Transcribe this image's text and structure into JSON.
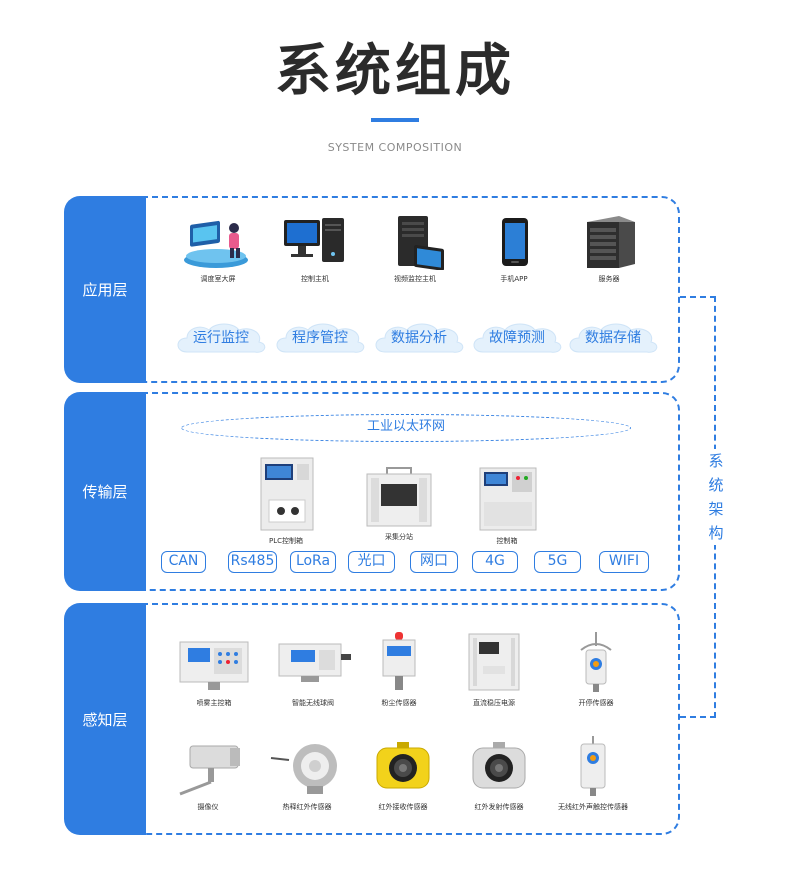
{
  "header": {
    "title": "系统组成",
    "subtitle": "SYSTEM COMPOSITION"
  },
  "colors": {
    "accent": "#2f7de1"
  },
  "side_label": "系统架构",
  "layers": {
    "application": {
      "label": "应用层",
      "devices": [
        {
          "icon": "control-room-icon",
          "label": "调度室大屏"
        },
        {
          "icon": "desktop-computer-icon",
          "label": "控制主机"
        },
        {
          "icon": "video-server-icon",
          "label": "视频监控主机"
        },
        {
          "icon": "smartphone-icon",
          "label": "手机APP"
        },
        {
          "icon": "server-rack-icon",
          "label": "服务器"
        }
      ],
      "functions": [
        "运行监控",
        "程序管控",
        "数据分析",
        "故障预测",
        "数据存储"
      ]
    },
    "transport": {
      "label": "传输层",
      "network": "工业以太环网",
      "devices": [
        {
          "icon": "plc-cabinet-icon",
          "label": "PLC控制箱"
        },
        {
          "icon": "collection-substation-icon",
          "label": "采集分站"
        },
        {
          "icon": "control-box-icon",
          "label": "控制箱"
        }
      ],
      "protocols": [
        "CAN",
        "Rs485",
        "LoRa",
        "光口",
        "网口",
        "4G",
        "5G",
        "WIFI"
      ]
    },
    "perception": {
      "label": "感知层",
      "devices": [
        {
          "icon": "spray-control-box-icon",
          "label": "喷雾主控箱"
        },
        {
          "icon": "wireless-valve-icon",
          "label": "智能无线球阀"
        },
        {
          "icon": "dust-sensor-icon",
          "label": "粉尘传感器"
        },
        {
          "icon": "dc-power-supply-icon",
          "label": "直流稳压电源"
        },
        {
          "icon": "on-off-sensor-icon",
          "label": "开停传感器"
        },
        {
          "icon": "camera-icon",
          "label": "摄像仪"
        },
        {
          "icon": "pyroelectric-sensor-icon",
          "label": "热释红外传感器"
        },
        {
          "icon": "infrared-receiver-icon",
          "label": "红外接收传感器"
        },
        {
          "icon": "infrared-emitter-icon",
          "label": "红外发射传感器"
        },
        {
          "icon": "wireless-sound-sensor-icon",
          "label": "无线红外声触控传感器"
        }
      ]
    }
  }
}
